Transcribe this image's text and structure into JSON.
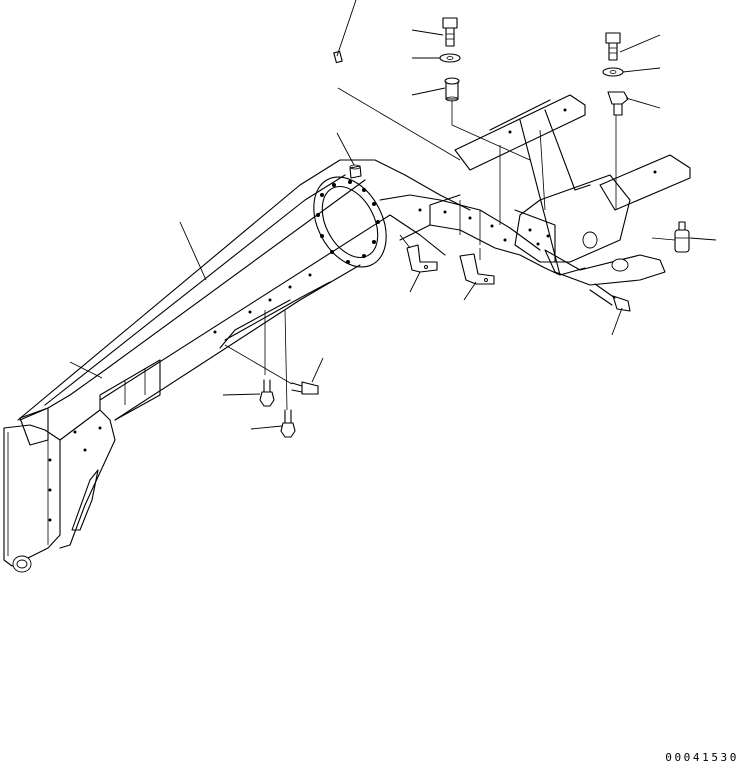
{
  "drawing": {
    "part_number": "00041530",
    "parts": [
      {
        "name": "main-frame"
      },
      {
        "name": "front-axle-bracket"
      },
      {
        "name": "bolt-upper-left"
      },
      {
        "name": "washer-upper-left"
      },
      {
        "name": "pin-upper-left"
      },
      {
        "name": "bolt-upper-right"
      },
      {
        "name": "washer-upper-right"
      },
      {
        "name": "pin-upper-right"
      },
      {
        "name": "roll-pin"
      },
      {
        "name": "plug"
      },
      {
        "name": "bracket-left"
      },
      {
        "name": "bracket-right"
      },
      {
        "name": "bolt-lower-right"
      },
      {
        "name": "grease-fitting"
      },
      {
        "name": "bolt-under-frame-1"
      },
      {
        "name": "bolt-under-frame-2"
      },
      {
        "name": "bolt-under-frame-3"
      }
    ]
  }
}
